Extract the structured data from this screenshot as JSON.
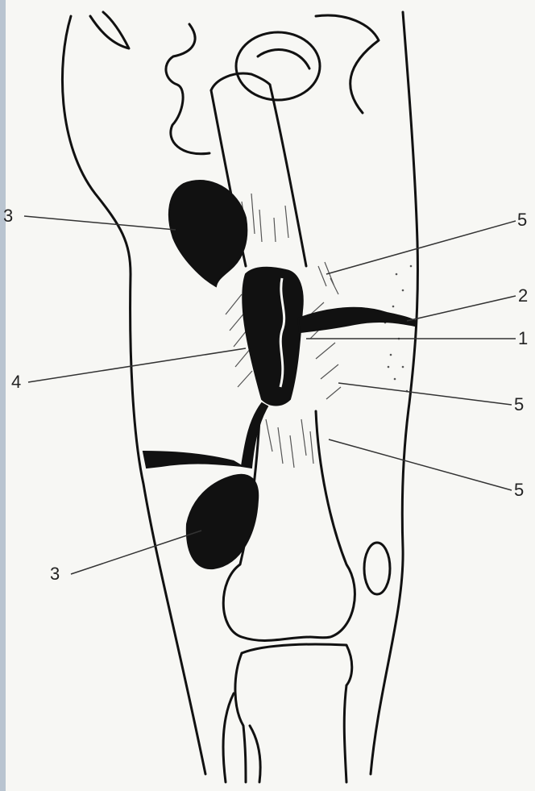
{
  "figure": {
    "ink_color": "#111111",
    "paper_color": "#f7f7f4",
    "edge_strip_color": "#b9c4d0",
    "stipple_color": "#555555"
  },
  "labels": [
    {
      "id": "label-3-upper",
      "text": "3"
    },
    {
      "id": "label-5-top",
      "text": "5"
    },
    {
      "id": "label-2",
      "text": "2"
    },
    {
      "id": "label-1",
      "text": "1"
    },
    {
      "id": "label-4",
      "text": "4"
    },
    {
      "id": "label-5-middle",
      "text": "5"
    },
    {
      "id": "label-5-lower",
      "text": "5"
    },
    {
      "id": "label-3-lower",
      "text": "3"
    }
  ]
}
